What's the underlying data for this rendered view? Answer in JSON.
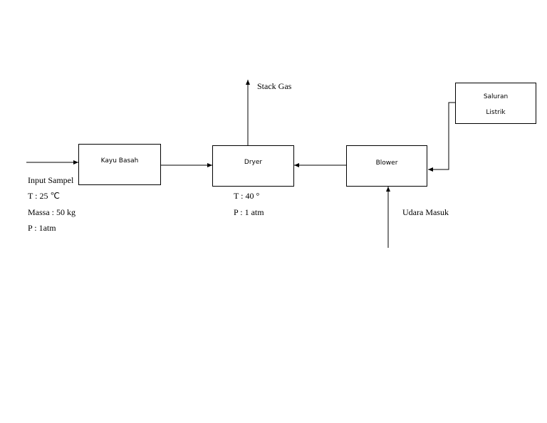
{
  "boxes": {
    "kayu_basah": "Kayu Basah",
    "dryer": "Dryer",
    "blower": "Blower",
    "saluran_listrik_line1": "Saluran",
    "saluran_listrik_line2": "Listrik"
  },
  "labels": {
    "stack_gas": "Stack Gas",
    "udara_masuk": "Udara Masuk"
  },
  "input_conditions": {
    "title": "Input Sampel",
    "temperature": "T : 25 ℃",
    "mass": "Massa : 50 kg",
    "pressure": "P : 1atm"
  },
  "dryer_conditions": {
    "temperature": "T : 40 °",
    "pressure": "P : 1  atm"
  }
}
